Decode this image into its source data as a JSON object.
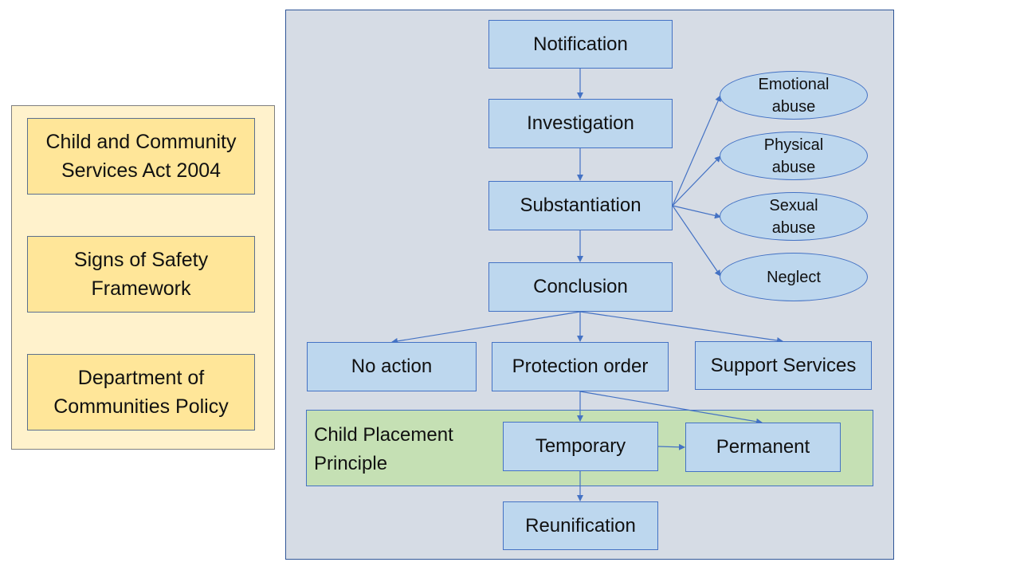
{
  "legal_framework": {
    "act": "Child and Community Services Act 2004",
    "framework": "Signs of Safety Framework",
    "policy": "Department of Communities Policy"
  },
  "flow": {
    "notification": "Notification",
    "investigation": "Investigation",
    "substantiation": "Substantiation",
    "conclusion": "Conclusion",
    "abuse_types": {
      "emotional": "Emotional abuse",
      "physical": "Physical abuse",
      "sexual": "Sexual abuse",
      "neglect": "Neglect"
    },
    "outcomes": {
      "no_action": "No action",
      "protection_order": "Protection order",
      "support_services": "Support Services"
    },
    "placement": {
      "label": "Child Placement Principle",
      "temporary": "Temporary",
      "permanent": "Permanent"
    },
    "reunification": "Reunification"
  },
  "colors": {
    "arrow": "#4472c4",
    "box_fill": "#bdd7ee",
    "panel_fill": "#d6dce5",
    "legal_fill": "#ffe699",
    "legal_panel_fill": "#fff2cc",
    "placement_fill": "#c5e0b4"
  }
}
